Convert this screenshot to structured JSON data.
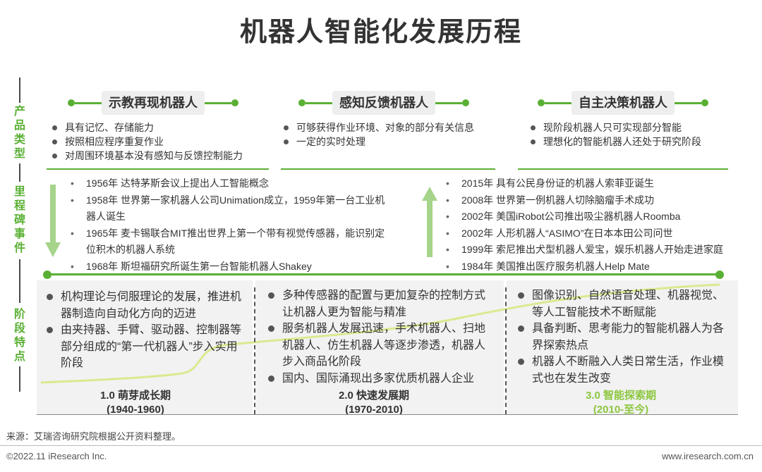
{
  "title": "机器人智能化发展历程",
  "row_labels": {
    "product_type": "产品类型",
    "milestone_events": "里程碑事件",
    "stage_features": "阶段特点"
  },
  "columns": [
    {
      "header": "示教再现机器人",
      "bullets": [
        "具有记忆、存储能力",
        "按照相应程序重复作业",
        "对周围环境基本没有感知与反馈控制能力"
      ]
    },
    {
      "header": "感知反馈机器人",
      "bullets": [
        "可够获得作业环境、对象的部分有关信息",
        "一定的实时处理"
      ]
    },
    {
      "header": "自主决策机器人",
      "bullets": [
        "现阶段机器人只可实现部分智能",
        "理想化的智能机器人还处于研究阶段"
      ]
    }
  ],
  "events_left": [
    "1956年 达特茅斯会议上提出人工智能概念",
    "1958年 世界第一家机器人公司Unimation成立，1959年第一台工业机器人诞生",
    "1965年 麦卡锡联合MIT推出世界上第一个带有视觉传感器，能识别定位积木的机器人系统",
    "1968年 斯坦福研究所诞生第一台智能机器人Shakey"
  ],
  "events_right": [
    "2015年 具有公民身份证的机器人索菲亚诞生",
    "2008年 世界第一例机器人切除脑瘤手术成功",
    "2002年 美国iRobot公司推出吸尘器机器人Roomba",
    "2002年 人形机器人“ASIMO”在日本本田公司问世",
    "1999年 索尼推出犬型机器人爱宝，娱乐机器人开始走进家庭",
    "1984年 美国推出医疗服务机器人Help Mate"
  ],
  "stages": [
    {
      "features": [
        "机构理论与伺服理论的发展，推进机器制造向自动化方向的迈进",
        "由夹持器、手臂、驱动器、控制器等部分组成的“第一代机器人”步入实用阶段"
      ],
      "name": "1.0 萌芽成长期",
      "years": "(1940-1960)"
    },
    {
      "features": [
        "多种传感器的配置与更加复杂的控制方式让机器人更为智能与精准",
        "服务机器人发展迅速，手术机器人、扫地机器人、仿生机器人等逐步渗透，机器人步入商品化阶段",
        "国内、国际涌现出多家优质机器人企业"
      ],
      "name": "2.0 快速发展期",
      "years": "(1970-2010)"
    },
    {
      "features": [
        "图像识别、自然语音处理、机器视觉、等人工智能技术不断赋能",
        "具备判断、思考能力的智能机器人为各界探索热点",
        "机器人不断融入人类日常生活，作业模式也在发生改变"
      ],
      "name": "3.0 智能探索期",
      "years": "(2010-至今)"
    }
  ],
  "source": "来源：艾瑞咨询研究院根据公开资料整理。",
  "footer": {
    "copyright": "©2022.11 iResearch Inc.",
    "website": "www.iresearch.com.cn"
  },
  "colors": {
    "accent_green": "#5ab034",
    "highlight_green": "#8cc63f",
    "text": "#333333"
  }
}
